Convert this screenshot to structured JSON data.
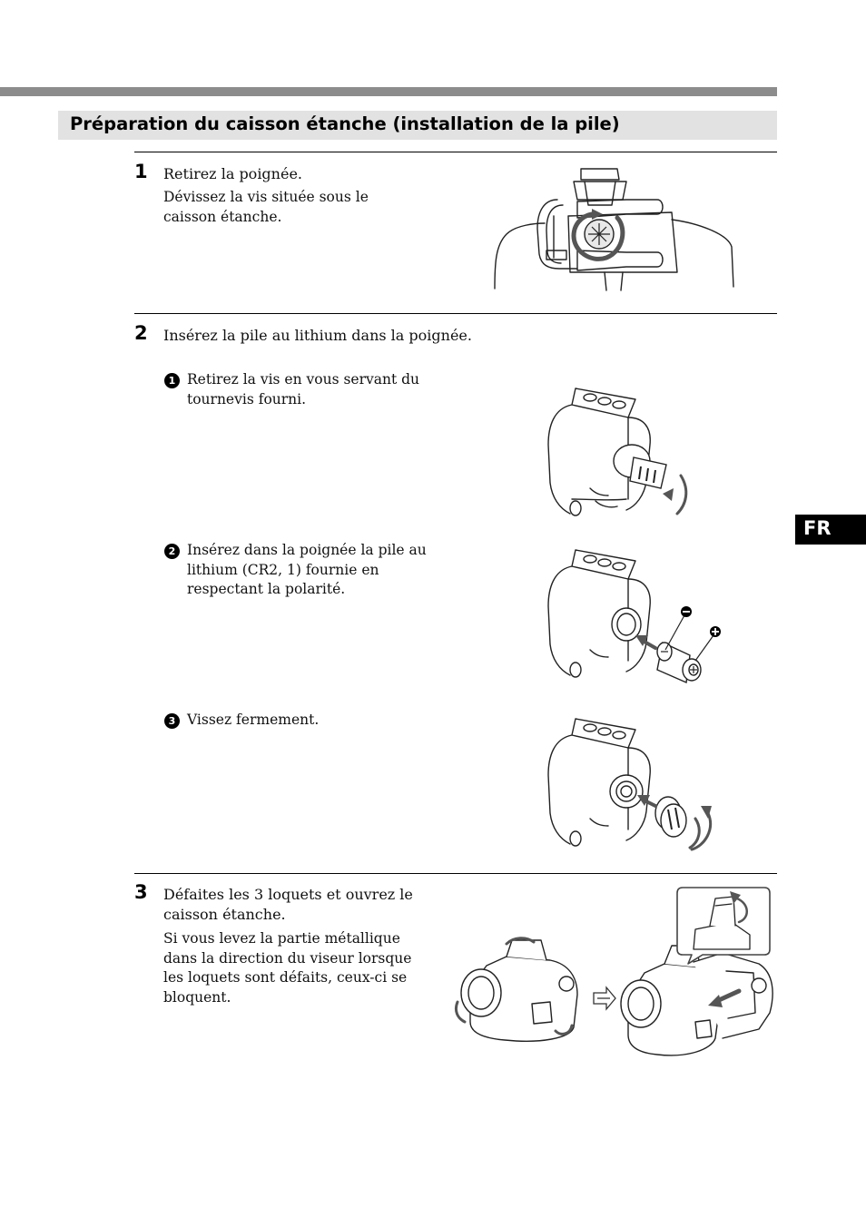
{
  "section_title": "Préparation du caisson étanche (installation de la pile)",
  "side_tab": "FR",
  "steps": [
    {
      "number": "1",
      "title": "Retirez la poignée.",
      "body": "Dévissez la vis située sous le\ncaisson étanche."
    },
    {
      "number": "2",
      "title": "Insérez la pile au lithium dans la poignée.",
      "substeps": [
        {
          "marker": "1",
          "text": "Retirez la vis en vous servant du\ntournevis fourni."
        },
        {
          "marker": "2",
          "text": "Insérez dans la poignée la pile au\nlithium (CR2,    1) fournie en\nrespectant la polarité."
        },
        {
          "marker": "3",
          "text": "Vissez fermement."
        }
      ]
    },
    {
      "number": "3",
      "title": "Défaites les 3 loquets et ouvrez le\ncaisson étanche.",
      "body": "Si vous levez la partie métallique\ndans la direction du viseur lorsque\nles loquets sont défaits, ceux-ci se\nbloquent."
    }
  ],
  "icons": {
    "minus": "minus-polarity-icon",
    "plus": "plus-polarity-icon",
    "arrow": "double-arrow-icon"
  }
}
